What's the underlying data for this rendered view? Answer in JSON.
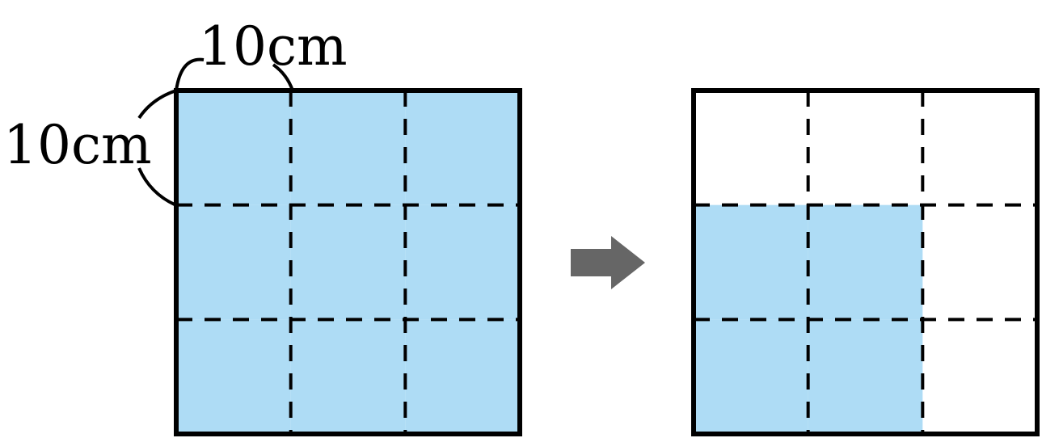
{
  "labels": {
    "top_width": "10cm",
    "left_height": "10cm"
  },
  "grid": {
    "rows": 3,
    "cols": 3
  },
  "left_square": {
    "shaded_cells": [
      [
        0,
        0
      ],
      [
        0,
        1
      ],
      [
        0,
        2
      ],
      [
        1,
        0
      ],
      [
        1,
        1
      ],
      [
        1,
        2
      ],
      [
        2,
        0
      ],
      [
        2,
        1
      ],
      [
        2,
        2
      ]
    ]
  },
  "right_square": {
    "shaded_cells": [
      [
        1,
        0
      ],
      [
        1,
        1
      ],
      [
        2,
        0
      ],
      [
        2,
        1
      ]
    ]
  },
  "arrow_icon": "right-arrow-icon",
  "colors": {
    "fill": "#aedcf5",
    "stroke": "#000000",
    "arrow": "#666666",
    "background": "#ffffff"
  }
}
